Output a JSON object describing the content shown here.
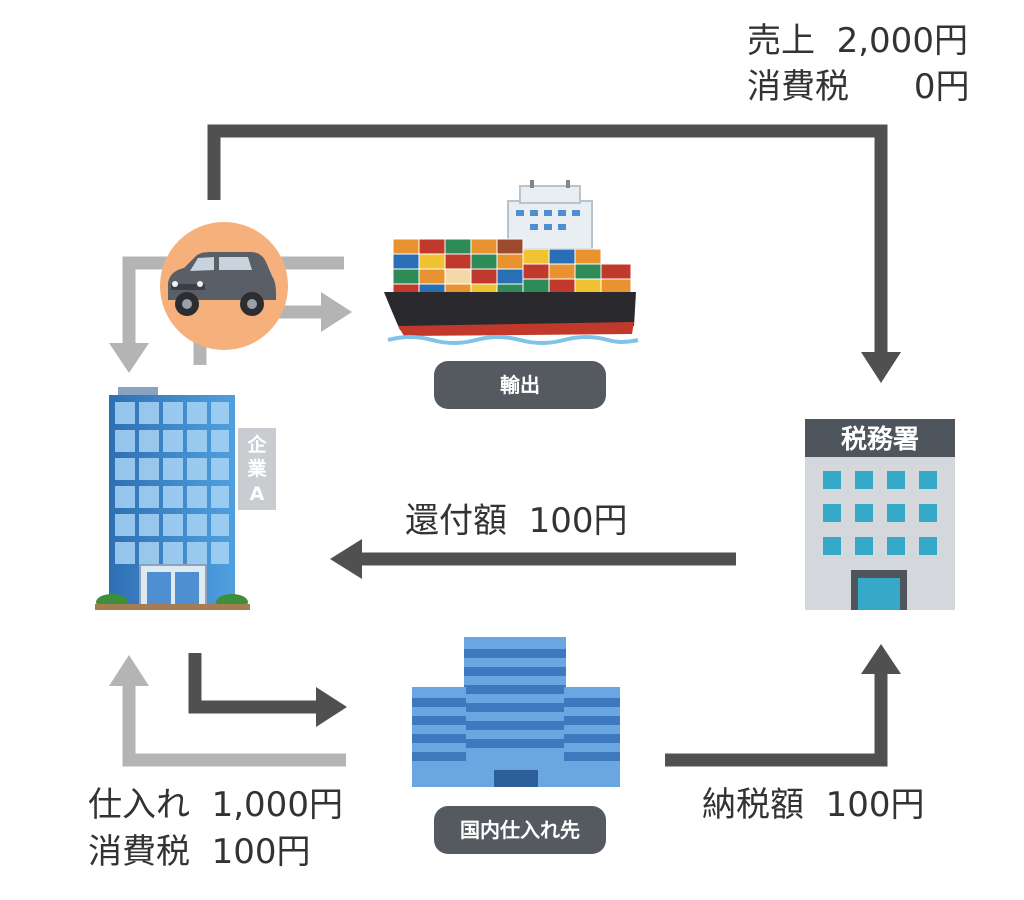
{
  "sales": {
    "line1": "売上  2,000円",
    "line2": "消費税      0円"
  },
  "refund": {
    "label": "還付額  100円"
  },
  "purchase": {
    "line1": "仕入れ  1,000円",
    "line2": "消費税  100円"
  },
  "payment": {
    "label": "納税額  100円"
  },
  "export_badge": "輸出",
  "supplier_badge": "国内仕入れ先",
  "tax_office_sign": "税務署",
  "company_sign": [
    "企",
    "業",
    "A"
  ],
  "colors": {
    "arrow_dark": "#505050",
    "arrow_light": "#b4b4b4",
    "badge": "#555a60",
    "car_circle": "#f5b07c",
    "building_blue": "#3b82c4"
  },
  "icons": [
    "car-icon",
    "cargo-ship-icon",
    "office-building-icon",
    "tax-office-icon",
    "supplier-building-icon"
  ]
}
